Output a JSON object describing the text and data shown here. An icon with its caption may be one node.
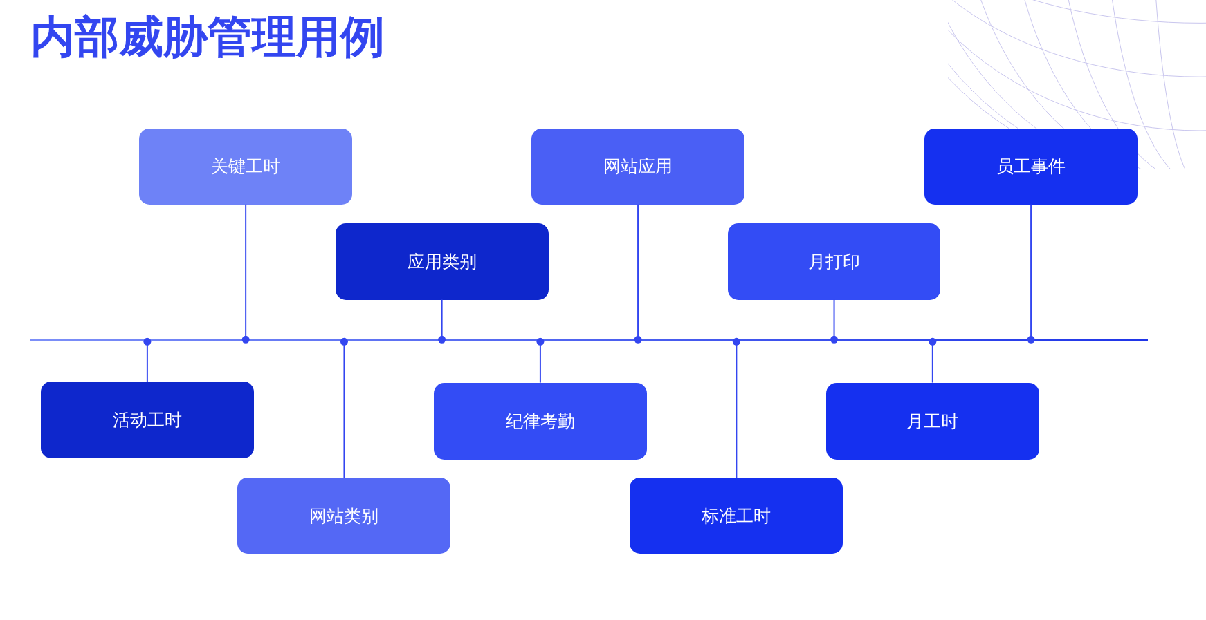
{
  "diagram": {
    "title": "内部威胁管理用例",
    "nodes": [
      {
        "text": [
          "活动工时"
        ]
      },
      {
        "text": [
          "关键工时"
        ]
      },
      {
        "text": [
          "网站类别"
        ]
      },
      {
        "text": [
          "应用类别"
        ]
      },
      {
        "text": [
          "纪律考勤"
        ]
      },
      {
        "text": [
          "网站应用"
        ]
      },
      {
        "text": [
          "标准工时"
        ]
      },
      {
        "text": [
          "月打印"
        ]
      },
      {
        "text": [
          "月工时"
        ]
      },
      {
        "text": [
          "员工事件"
        ]
      },
      {
        "text": [],
        "shape": "bar"
      }
    ],
    "edges": [
      {
        "from": 0,
        "to": 10,
        "arrow": "other"
      },
      {
        "from": 1,
        "to": 10,
        "arrow": "other"
      },
      {
        "from": 2,
        "to": 10,
        "arrow": "other"
      },
      {
        "from": 3,
        "to": 10,
        "arrow": "other"
      },
      {
        "from": 4,
        "to": 10,
        "arrow": "other"
      },
      {
        "from": 5,
        "to": 10,
        "arrow": "other"
      },
      {
        "from": 6,
        "to": 10,
        "arrow": "other"
      },
      {
        "from": 7,
        "to": 10,
        "arrow": "other"
      },
      {
        "from": 8,
        "to": 10,
        "arrow": "other"
      },
      {
        "from": 9,
        "to": 10,
        "arrow": "other"
      }
    ]
  }
}
